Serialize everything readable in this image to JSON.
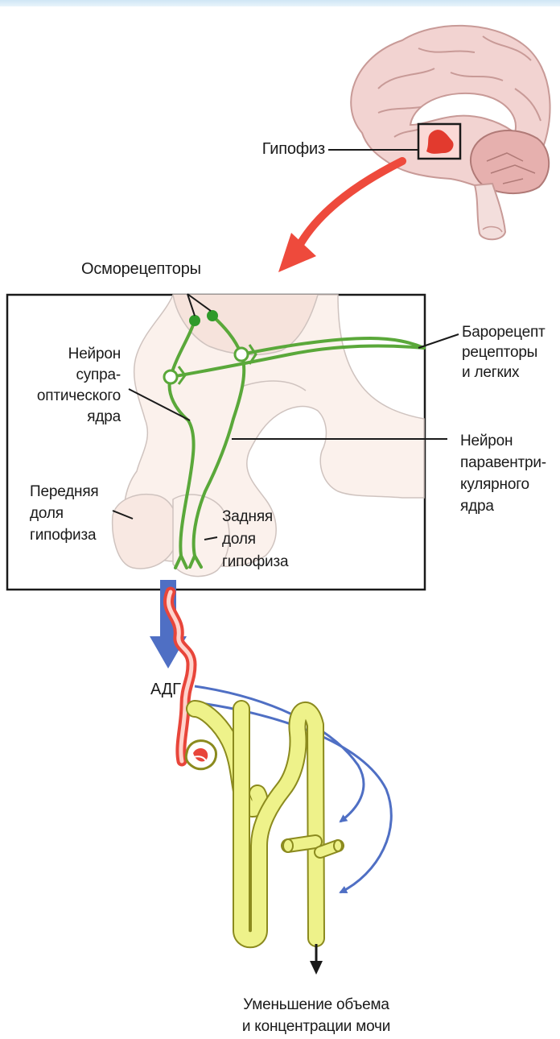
{
  "labels": {
    "pituitary": "Гипофиз",
    "osmoreceptors": "Осморецепторы",
    "supraoptic_neuron": "Нейрон\nсупра-\nоптического\nядра",
    "baroreceptors": "Барорецепт\nрецепторы \nи легких",
    "paraventricular_neuron": "Нейрон\nпаравентри-\nкулярного\nядра",
    "anterior_lobe": "Передняя\nдоля\nгипофиза",
    "posterior_lobe": "Задняя\nдоля\nгипофиза",
    "adh": "АДГ",
    "result": "Уменьшение объема\nи концентрации мочи"
  },
  "colors": {
    "neuron_green": "#5aa83a",
    "receptor_dot": "#2f9a2a",
    "brain_pink": "#e8b9b6",
    "pituitary_red": "#e23a2e",
    "arrow_red": "#ee4a3c",
    "arrow_blue": "#4f6fc4",
    "nephron_yellow": "#eef28a",
    "vessel_red": "#e8453a"
  }
}
